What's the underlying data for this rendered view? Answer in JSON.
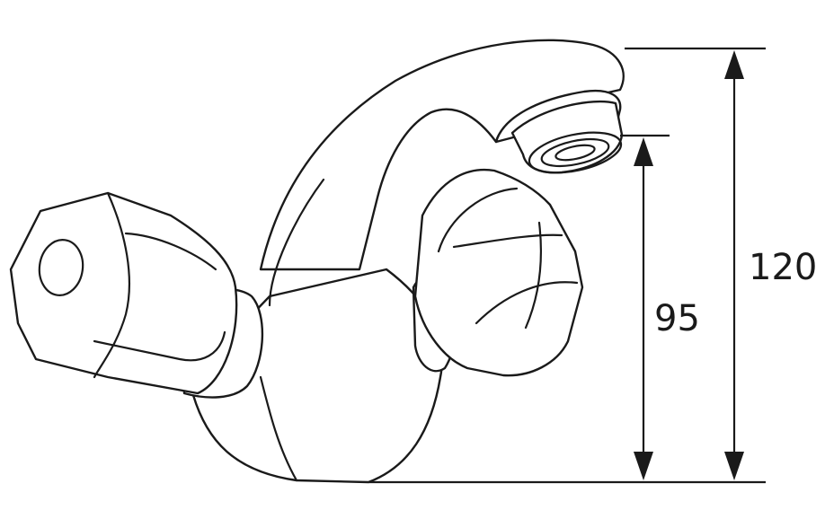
{
  "dimensions": {
    "total_height": {
      "label": "120",
      "value_mm": 120
    },
    "outlet_height": {
      "label": "95",
      "value_mm": 95
    }
  },
  "colors": {
    "line": "#1a1a1a",
    "background": "#ffffff"
  }
}
